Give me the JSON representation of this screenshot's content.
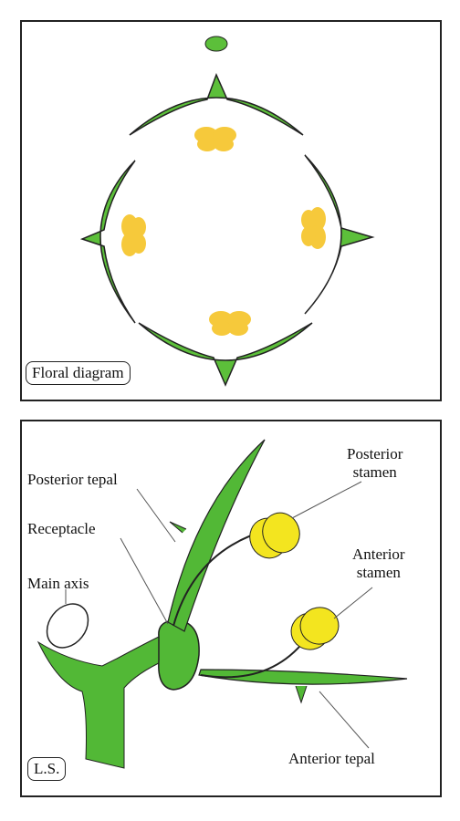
{
  "floral_diagram": {
    "label": "Floral diagram",
    "colors": {
      "tepal": "#5cbf3a",
      "stamen": "#f6c93b",
      "axis": "#5cbf3a"
    }
  },
  "ls": {
    "label": "L.S.",
    "posterior_tepal": "Posterior tepal",
    "receptacle": "Receptacle",
    "main_axis": "Main axis",
    "posterior_stamen_line1": "Posterior",
    "posterior_stamen_line2": "stamen",
    "anterior_stamen_line1": "Anterior",
    "anterior_stamen_line2": "stamen",
    "anterior_tepal": "Anterior tepal",
    "colors": {
      "tissue": "#52b836",
      "stamen": "#f3e51f"
    }
  }
}
